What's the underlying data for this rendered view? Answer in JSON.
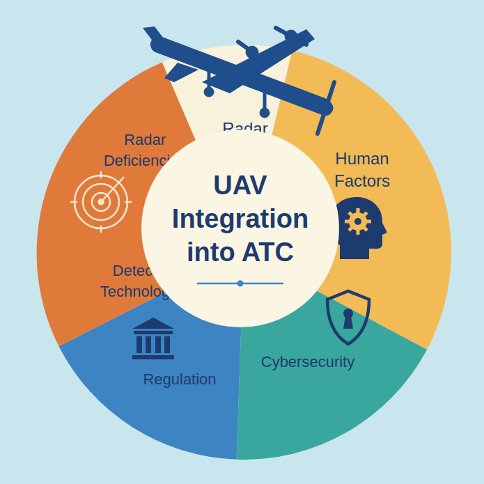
{
  "diagram": {
    "nodes": [
      {
        "text": [
          "Radar"
        ]
      },
      {
        "text": [
          "Radar Deficiencies",
          "Detection Technologies"
        ]
      },
      {
        "text": [
          "UAV Integration into ATC"
        ]
      },
      {
        "text": [
          "Human Factors"
        ]
      },
      {
        "text": [
          "Regulation"
        ]
      },
      {
        "text": [
          "Cybersecurity"
        ]
      }
    ]
  }
}
